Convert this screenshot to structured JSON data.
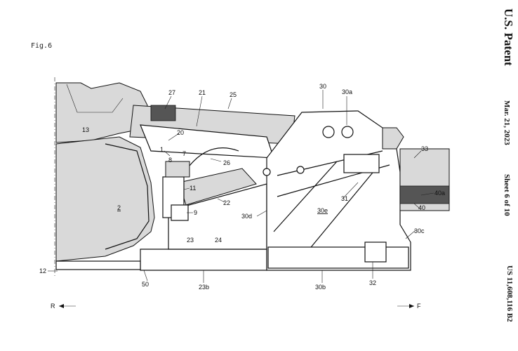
{
  "header": {
    "publisher": "U.S. Patent",
    "date": "Mar. 21, 2023",
    "sheet": "Sheet 6 of 10",
    "patent_number": "US 11,608,116 B2"
  },
  "figure": {
    "label": "Fig.6",
    "direction_rear": "R",
    "direction_front": "F",
    "refs": {
      "r1": "1",
      "r2": "2",
      "r7": "7",
      "r8": "8",
      "r9": "9",
      "r11": "11",
      "r12": "12",
      "r13": "13",
      "r20": "20",
      "r21": "21",
      "r22": "22",
      "r23": "23",
      "r23b": "23b",
      "r24": "24",
      "r25": "25",
      "r26": "26",
      "r27": "27",
      "r30": "30",
      "r30a": "30a",
      "r30b": "30b",
      "r30c": "30c",
      "r30d": "30d",
      "r30e": "30e",
      "r31": "31",
      "r32": "32",
      "r33": "33",
      "r40": "40",
      "r40a": "40a",
      "r50": "50"
    }
  }
}
